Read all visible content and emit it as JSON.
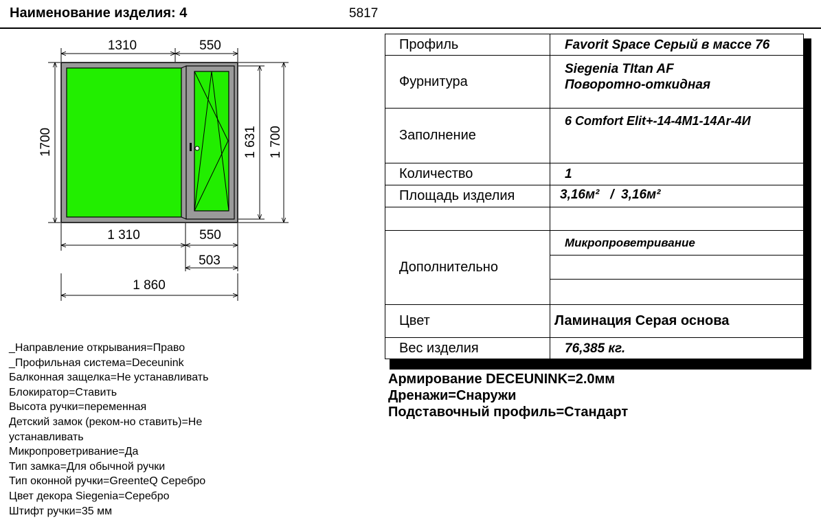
{
  "header": {
    "title": "Наименование изделия: 4",
    "code": "5817"
  },
  "drawing": {
    "top_widths": [
      "1310",
      "550"
    ],
    "bottom_widths": [
      "1 310",
      "550"
    ],
    "sash_inner_width": "503",
    "total_width": "1 860",
    "left_height": "1700",
    "sash_height": "1 631",
    "right_height": "1 700",
    "glass_color": "#22ee00",
    "frame_color": "#9a9a9a"
  },
  "spec": {
    "profile": {
      "label": "Профиль",
      "value": "Favorit Space Серый в массе 76"
    },
    "hardware": {
      "label": "Фурнитура",
      "value1": "Siegenia TItan AF",
      "value2": "Поворотно-откидная"
    },
    "filling": {
      "label": "Заполнение",
      "value": "6 Comfort Elit+-14-4М1-14Ar-4И"
    },
    "quantity": {
      "label": "Количество",
      "value": "1"
    },
    "area": {
      "label": "Площадь изделия",
      "value": "3,16м²   /  3,16м²"
    },
    "additional": {
      "label": "Дополнительно",
      "value": "Микропроветривание"
    },
    "color": {
      "label": "Цвет",
      "value": "Ламинация Серая основа"
    },
    "weight": {
      "label": "Вес изделия",
      "value": "76,385 кг."
    }
  },
  "notes": [
    "_Направление открывания=Право",
    "_Профильная система=Deceunink",
    "Балконная защелка=Не устанавливать",
    "Блокиратор=Ставить",
    "Высота ручки=переменная",
    "Детский замок (реком-но ставить)=Не устанавливать",
    "Микропроветривание=Да",
    "Тип замка=Для обычной ручки",
    "Тип оконной ручки=GreenteQ Серебро",
    "Цвет декора Siegenia=Серебро",
    "Штифт ручки=35 мм"
  ],
  "extra": [
    "Армирование DECEUNINK=2.0мм",
    "Дренажи=Снаружи",
    "Подставочный профиль=Стандарт"
  ]
}
